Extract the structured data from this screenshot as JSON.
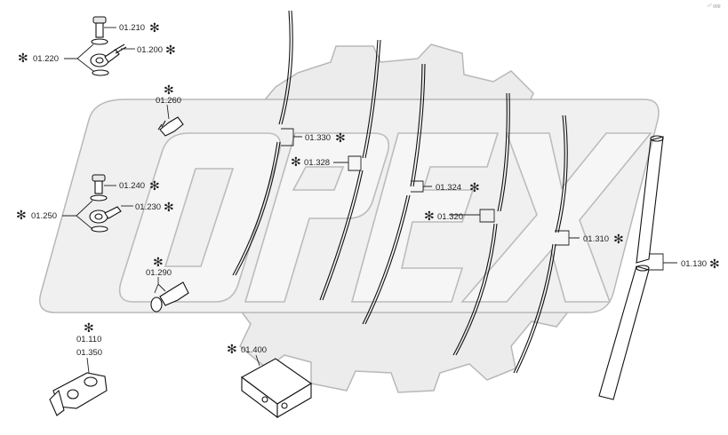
{
  "watermark": {
    "text": "OPEX"
  },
  "corner_code": "«° ggg",
  "callouts": [
    {
      "id": "p01210",
      "code": "01.210",
      "starred": true
    },
    {
      "id": "p01200",
      "code": "01.200",
      "starred": true
    },
    {
      "id": "p01220",
      "code": "01.220",
      "starred": true
    },
    {
      "id": "p01260",
      "code": "01.260",
      "starred": true
    },
    {
      "id": "p01240",
      "code": "01.240",
      "starred": true
    },
    {
      "id": "p01230",
      "code": "01.230",
      "starred": true
    },
    {
      "id": "p01250",
      "code": "01.250",
      "starred": true
    },
    {
      "id": "p01290",
      "code": "01.290",
      "starred": true
    },
    {
      "id": "p01110",
      "code": "01.110",
      "starred": true
    },
    {
      "id": "p01350",
      "code": "01.350",
      "starred": false
    },
    {
      "id": "p01400",
      "code": "01.400",
      "starred": true
    },
    {
      "id": "p01330",
      "code": "01.330",
      "starred": true
    },
    {
      "id": "p01328",
      "code": "01.328",
      "starred": true
    },
    {
      "id": "p01324",
      "code": "01.324",
      "starred": true
    },
    {
      "id": "p01320",
      "code": "01.320",
      "starred": true
    },
    {
      "id": "p01310",
      "code": "01.310",
      "starred": true
    },
    {
      "id": "p01130",
      "code": "01.130",
      "starred": true
    }
  ]
}
